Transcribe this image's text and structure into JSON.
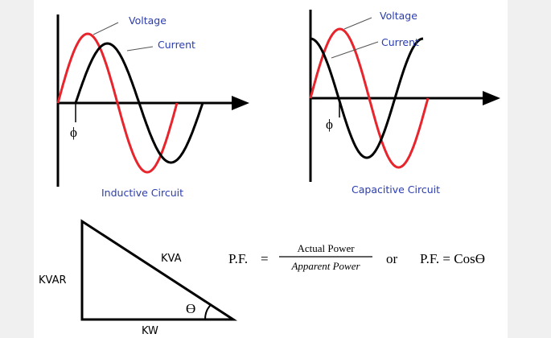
{
  "colors": {
    "background": "#ffffff",
    "margin": "#f0f0f0",
    "voltage": "#e8242c",
    "current": "#000000",
    "caption": "#2a3caf",
    "axis": "#000000"
  },
  "inductive": {
    "voltage_label": "Voltage",
    "current_label": "Current",
    "phase_symbol": "ϕ",
    "caption": "Inductive Circuit"
  },
  "capacitive": {
    "voltage_label": "Voltage",
    "current_label": "Current",
    "phase_symbol": "ϕ",
    "caption": "Capacitive Circuit"
  },
  "triangle": {
    "hypotenuse_label": "KVA",
    "vertical_label": "KVAR",
    "base_label": "KW",
    "angle_symbol": "ϴ"
  },
  "formula": {
    "pf_label": "P.F.",
    "equals": "=",
    "numerator": "Actual Power",
    "denominator": "Apparent Power",
    "connector": "or",
    "second_formula": "P.F. = Cosϴ"
  }
}
